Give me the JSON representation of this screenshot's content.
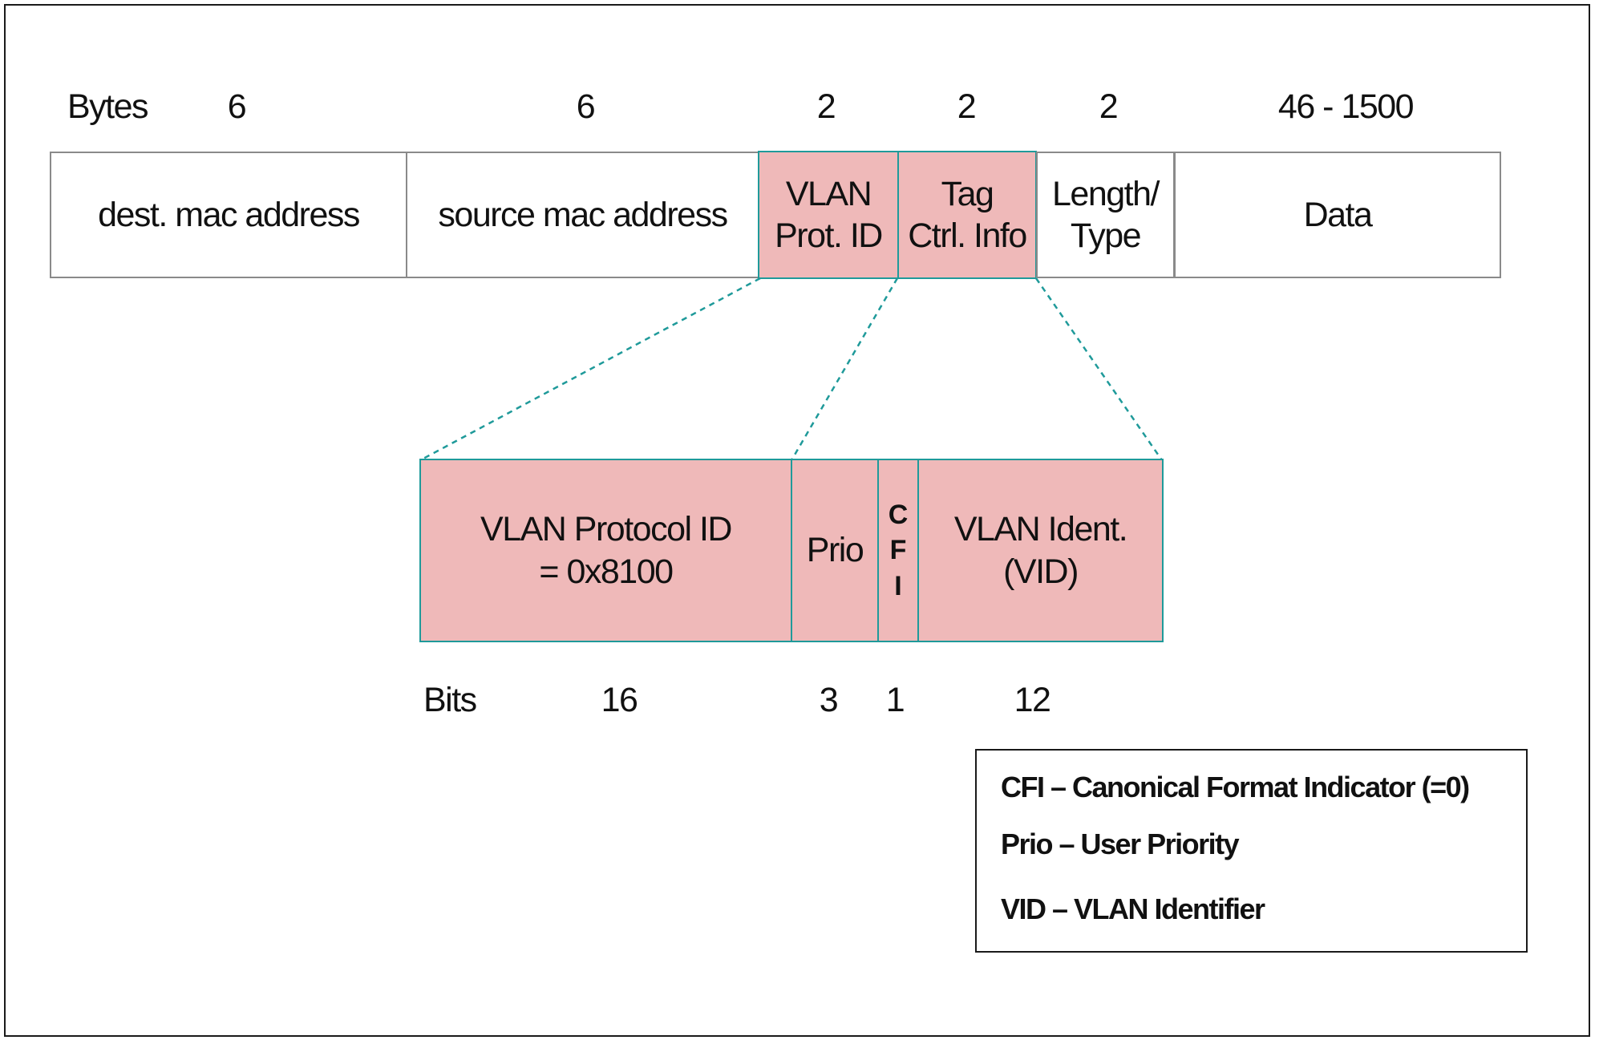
{
  "frame": {
    "bytes_label": "Bytes",
    "bytes_values": [
      "6",
      "6",
      "2",
      "2",
      "2",
      "46 - 1500"
    ],
    "fields": [
      {
        "label": "dest. mac address"
      },
      {
        "label": "source mac address"
      },
      {
        "label": "VLAN\nProt. ID"
      },
      {
        "label": "Tag\nCtrl. Info"
      },
      {
        "label": "Length/\nType"
      },
      {
        "label": "Data"
      }
    ]
  },
  "tag": {
    "fields": [
      {
        "label": "VLAN Protocol ID\n= 0x8100"
      },
      {
        "label": "Prio"
      },
      {
        "label": "C\nF\nI"
      },
      {
        "label": "VLAN Ident.\n(VID)"
      }
    ],
    "bits_label": "Bits",
    "bits_values": [
      "16",
      "3",
      "1",
      "12"
    ]
  },
  "legend": {
    "items": [
      "CFI  – Canonical Format Indicator (=0)",
      "Prio – User Priority",
      "VID – VLAN Identifier"
    ]
  },
  "colors": {
    "tag_fill": "#efb9b9",
    "tag_border": "#1f9a9a",
    "plain_border": "#8a8a8a"
  }
}
